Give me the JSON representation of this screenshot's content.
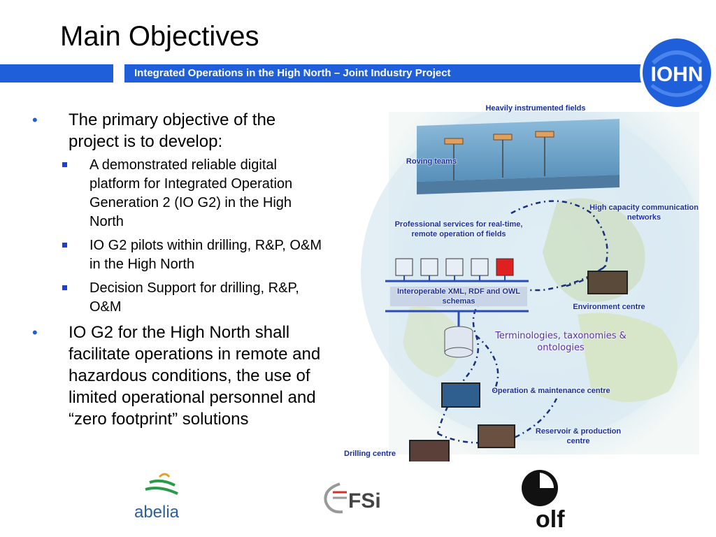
{
  "slide": {
    "title": "Main Objectives",
    "band_text": "Integrated Operations in the High North – Joint Industry Project",
    "iohn_logo_text": "IOHN"
  },
  "bullets": [
    {
      "text": "The primary objective of the project is to develop:",
      "sub": [
        "A demonstrated reliable digital platform for Integrated Operation Generation 2 (IO G2) in the High North",
        "IO G2 pilots within drilling, R&P, O&M in the High North",
        "Decision Support for drilling, R&P, O&M"
      ]
    },
    {
      "text": "IO G2 for the High North shall facilitate operations in remote and hazardous conditions, the use of limited operational personnel and “zero footprint” solutions",
      "sub": []
    }
  ],
  "diagram": {
    "labels": {
      "fields": "Heavily instrumented fields",
      "roving": "Roving teams",
      "comm": "High capacity communication networks",
      "services": "Professional services for real-time, remote operation of fields",
      "schemas": "Interoperable XML, RDF and OWL schemas",
      "env": "Environment centre",
      "terms": "Terminologies, taxonomies & ontologies",
      "om": "Operation & maintenance centre",
      "rp": "Reservoir & production centre",
      "drilling": "Drilling centre"
    }
  },
  "logos": {
    "abelia": "abelia",
    "fsi": "FSi",
    "olf": "olf"
  },
  "colors": {
    "band": "#1f5fd9",
    "label": "#1a2f9a",
    "ontology": "#5a2ea8",
    "bullet": "#1f3fd0"
  }
}
